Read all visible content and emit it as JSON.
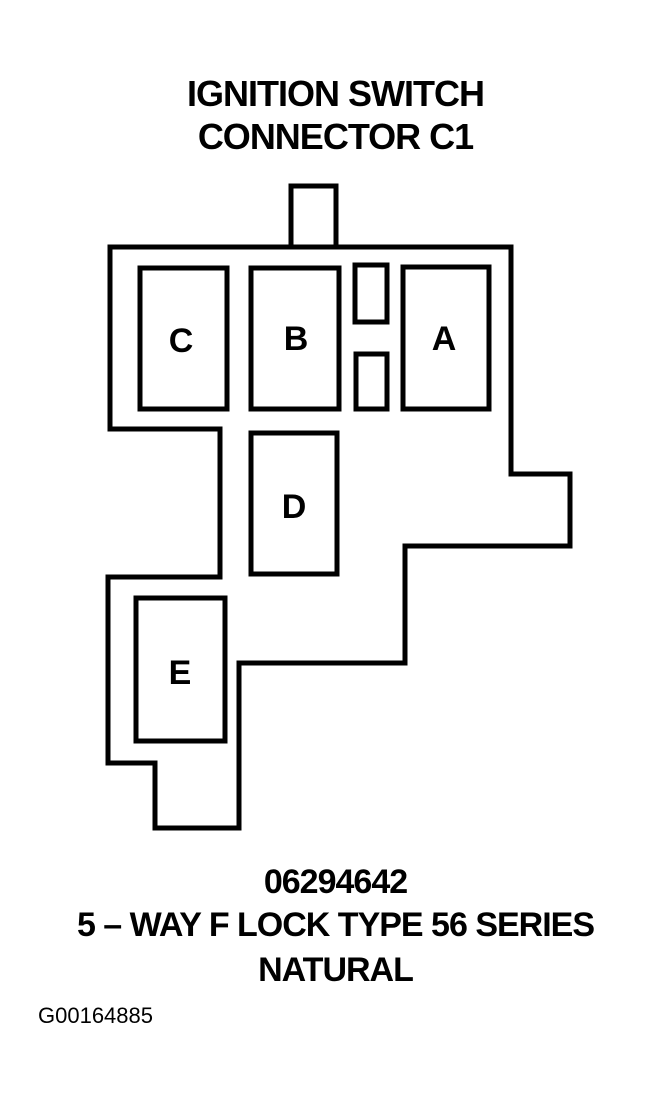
{
  "title": {
    "line1": "IGNITION SWITCH",
    "line2": "CONNECTOR C1"
  },
  "cavities": {
    "A": "A",
    "B": "B",
    "C": "C",
    "D": "D",
    "E": "E"
  },
  "caption": {
    "part_number": "06294642",
    "description": "5 – WAY F LOCK TYPE 56 SERIES",
    "color": "NATURAL"
  },
  "figure_id": "G00164885",
  "colors": {
    "line": "#000000",
    "background": "#ffffff"
  }
}
